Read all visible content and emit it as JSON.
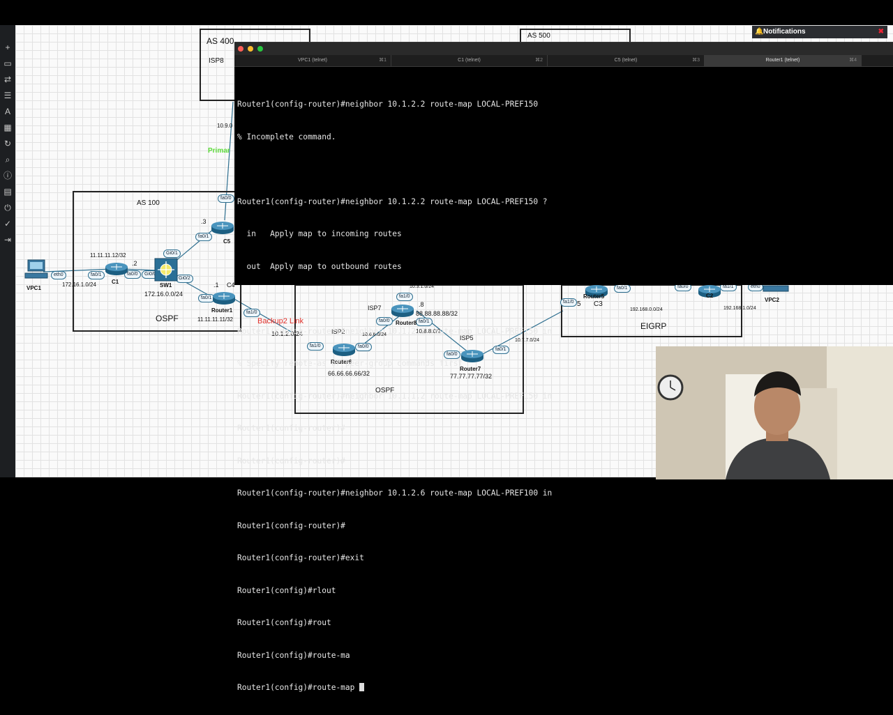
{
  "notifications": {
    "title": "Notifications",
    "bell_icon": "bell-icon",
    "close_icon": "close-icon"
  },
  "toolbar_icons": [
    "add-node-icon",
    "device-icon",
    "link-icon",
    "list-icon",
    "text-icon",
    "grid-icon",
    "refresh-icon",
    "zoom-icon",
    "info-icon",
    "console-icon",
    "power-icon",
    "check-icon",
    "logout-icon"
  ],
  "topology": {
    "as400": {
      "title": "AS 400",
      "isp": "ISP8"
    },
    "as500": {
      "title": "AS 500"
    },
    "as100": {
      "title": "AS 100",
      "protocol": "OSPF"
    },
    "center": {
      "protocol": "OSPF"
    },
    "right": {
      "protocol": "EIGRP",
      "c3": "C3",
      "five": "5"
    },
    "links": {
      "primary": "Primar",
      "backup2": "Backup2 Link",
      "net_10_9": "10.9.0"
    },
    "labels": {
      "loopback_c1": "11.11.11.12/32",
      "dot2": ".2",
      "net_vpc1": "172.16.1.0/24",
      "net_sw1": "172.16.0.0/24",
      "dot3": ".3",
      "dot1": ".1",
      "c4": "C4",
      "loopback_r1": "11.11.11.11/32",
      "net_backup2": "10.1.2.0/24",
      "net_10_3_1": "10.3.1.0/24",
      "isp7": "ISP7",
      "dot8": ".8",
      "loopback_r8": "88.88.88.88/32",
      "isp2": "ISP2",
      "net_10_6_6": "10.6.6.0/24",
      "net_10_8_8": "10.8.8.0/2",
      "isp5": "ISP5",
      "loopback_r6": "66.66.66.66/32",
      "loopback_r7": "77.77.77.77/32",
      "net_10_7_7": "10.7.7.0/24",
      "net_192_168_0": "192.168.0.0/24",
      "net_192_168_1": "192.168.1.0/24"
    },
    "devices": {
      "vpc1": "VPC1",
      "c1": "C1",
      "sw1": "SW1",
      "c5": "C5",
      "router1": "Router1",
      "router8": "Router8",
      "router6": "Router6",
      "router7": "Router7",
      "router5": "Router5",
      "c2": "C2",
      "vpc2": "VPC2"
    },
    "ports": {
      "eth0": "eth0",
      "fa0_1": "fa0/1",
      "fa0_0": "fa0/0",
      "gi0_0": "Gi0/0",
      "gi0_1": "Gi0/1",
      "gi0_2": "Gi0/2",
      "fa1_0": "fa1/0",
      "fa1_1": "fa1/1"
    }
  },
  "terminal": {
    "tabs": [
      {
        "label": "VPC1 (telnet)",
        "shortcut": "⌘1"
      },
      {
        "label": "C1 (telnet)",
        "shortcut": "⌘2"
      },
      {
        "label": "C5 (telnet)",
        "shortcut": "⌘3"
      },
      {
        "label": "Router1 (telnet)",
        "shortcut": "⌘4"
      }
    ],
    "lines": [
      "Router1(config-router)#neighbor 10.1.2.2 route-map LOCAL-PREF150",
      "% Incomplete command.",
      "",
      "Router1(config-router)#neighbor 10.1.2.2 route-map LOCAL-PREF150 ?",
      "  in   Apply map to incoming routes",
      "  out  Apply map to outbound routes",
      "",
      "Router1(config-router)#neighbor 10.1.2.2 route-map LOCAL-PREF150 in",
      "% Specify remote-as or peer-group commands first",
      "Router1(config-router)#neighbor 10.1.1.2 route-map LOCAL-PREF150 in",
      "Router1(config-router)#",
      "Router1(config-router)#",
      "Router1(config-router)#neighbor 10.1.2.6 route-map LOCAL-PREF100 in",
      "Router1(config-router)#",
      "Router1(config-router)#exit",
      "Router1(config)#rlout",
      "Router1(config)#rout",
      "Router1(config)#route-ma"
    ],
    "current_input": "Router1(config)#route-map "
  }
}
